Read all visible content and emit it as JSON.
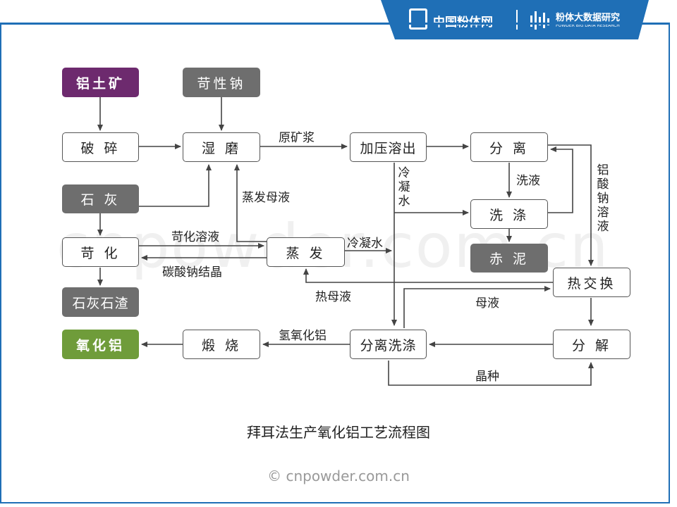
{
  "banner": {
    "site_name": "中国粉体网",
    "research_name": "粉体大数据研究",
    "research_sub": "POWDER BIG DATA RESEARCH",
    "color": "#1f6fb6"
  },
  "watermark": "cnpowder.com.cn",
  "nodes": {
    "bauxite": "铝土矿",
    "caustic_soda": "苛性钠",
    "crushing": "破 碎",
    "wet_grinding": "湿 磨",
    "pressure_leaching": "加压溶出",
    "separation": "分 离",
    "lime": "石 灰",
    "washing": "洗 涤",
    "red_mud": "赤 泥",
    "causticizing": "苛 化",
    "evaporation": "蒸 发",
    "heat_exchange": "热交换",
    "lime_slag": "石灰石渣",
    "alumina": "氧化铝",
    "calcination": "煅 烧",
    "separate_wash": "分离洗涤",
    "decomposition": "分 解"
  },
  "labels": {
    "raw_slurry": "原矿浆",
    "wash_liquor": "洗液",
    "aluminate_solution": "铝酸钠溶液",
    "condensate_vertical": "冷凝水",
    "evap_mother_liquor": "蒸发母液",
    "causticized_solution": "苛化溶液",
    "soda_crystals": "碳酸钠结晶",
    "condensate": "冷凝水",
    "hot_mother_liquor": "热母液",
    "mother_liquor": "母液",
    "aluminum_hydroxide": "氢氧化铝",
    "seed_crystal": "晶种"
  },
  "caption": "拜耳法生产氧化铝工艺流程图",
  "copyright": "© cnpowder.com.cn",
  "colors": {
    "purple": "#6d2a6e",
    "green": "#6f9c3a",
    "dark_gray": "#6e6e6e",
    "line": "#444444"
  }
}
